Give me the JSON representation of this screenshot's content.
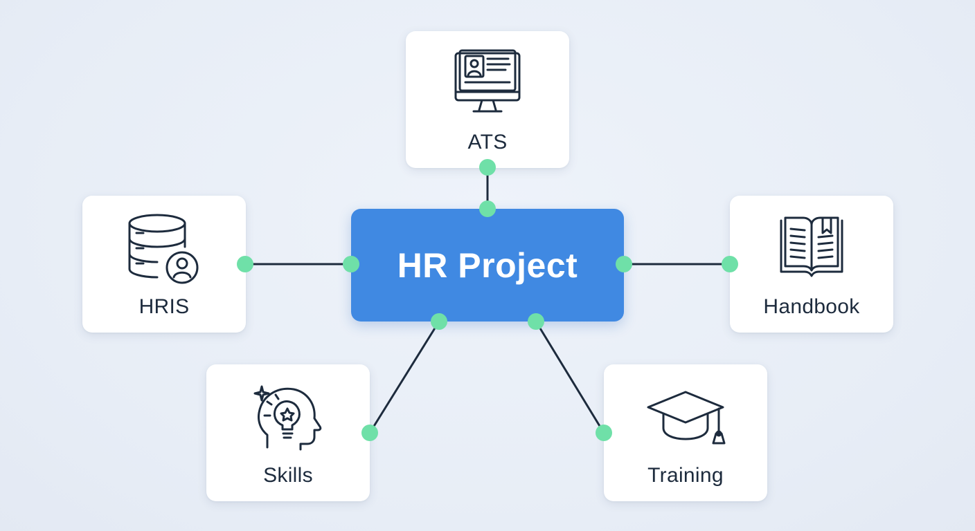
{
  "center": {
    "title": "HR Project"
  },
  "nodes": [
    {
      "id": "ats",
      "label": "ATS",
      "icon": "computer-profile-icon"
    },
    {
      "id": "hris",
      "label": "HRIS",
      "icon": "database-user-icon"
    },
    {
      "id": "handbook",
      "label": "Handbook",
      "icon": "open-book-icon"
    },
    {
      "id": "skills",
      "label": "Skills",
      "icon": "head-lightbulb-icon"
    },
    {
      "id": "training",
      "label": "Training",
      "icon": "graduation-cap-icon"
    }
  ],
  "colors": {
    "background": "#e9eef6",
    "center": "#4089e2",
    "connector": "#1d2b3d",
    "dot": "#6fe0a8",
    "card": "#ffffff",
    "text": "#1d2b3d"
  }
}
